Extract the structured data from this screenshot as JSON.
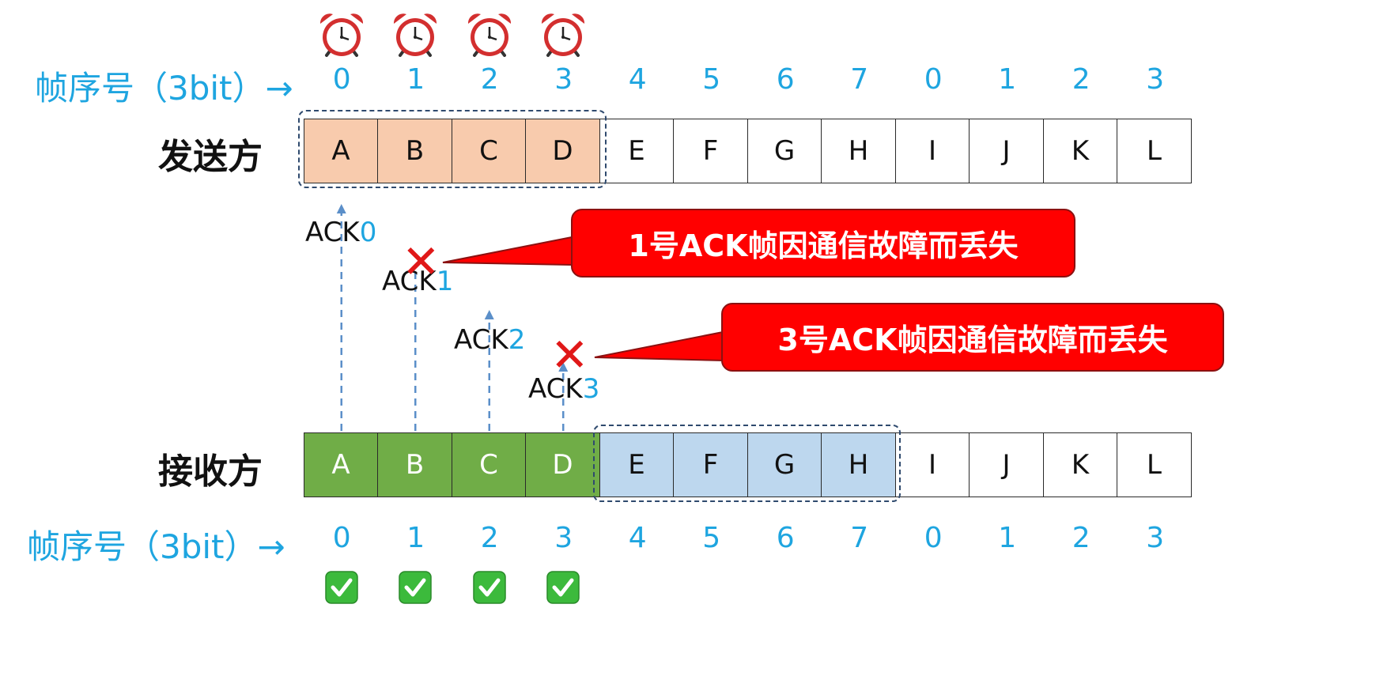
{
  "sequence_label": "帧序号（3bit）→",
  "sender": {
    "label": "发送方",
    "seq_numbers": [
      "0",
      "1",
      "2",
      "3",
      "4",
      "5",
      "6",
      "7",
      "0",
      "1",
      "2",
      "3"
    ],
    "frames": [
      "A",
      "B",
      "C",
      "D",
      "E",
      "F",
      "G",
      "H",
      "I",
      "J",
      "K",
      "L"
    ],
    "window_highlight_color": "#f8cbad"
  },
  "receiver": {
    "label": "接收方",
    "seq_numbers": [
      "0",
      "1",
      "2",
      "3",
      "4",
      "5",
      "6",
      "7",
      "0",
      "1",
      "2",
      "3"
    ],
    "frames": [
      "A",
      "B",
      "C",
      "D",
      "E",
      "F",
      "G",
      "H",
      "I",
      "J",
      "K",
      "L"
    ],
    "received_color": "#70ad47",
    "window_highlight_color": "#bdd7ee"
  },
  "acks": [
    {
      "text": "ACK",
      "num": "0",
      "lost": false
    },
    {
      "text": "ACK",
      "num": "1",
      "lost": true
    },
    {
      "text": "ACK",
      "num": "2",
      "lost": false
    },
    {
      "text": "ACK",
      "num": "3",
      "lost": true
    }
  ],
  "callouts": [
    {
      "text": "1号ACK帧因通信故障而丢失"
    },
    {
      "text": "3号ACK帧因通信故障而丢失"
    }
  ],
  "icons": {
    "timer": "alarm-clock-icon",
    "received": "check-mark-icon",
    "lost": "cross-mark-icon"
  },
  "colors": {
    "seq_text": "#1ea5e0",
    "callout_bg": "#ff0000",
    "lost_mark": "#e01818"
  }
}
